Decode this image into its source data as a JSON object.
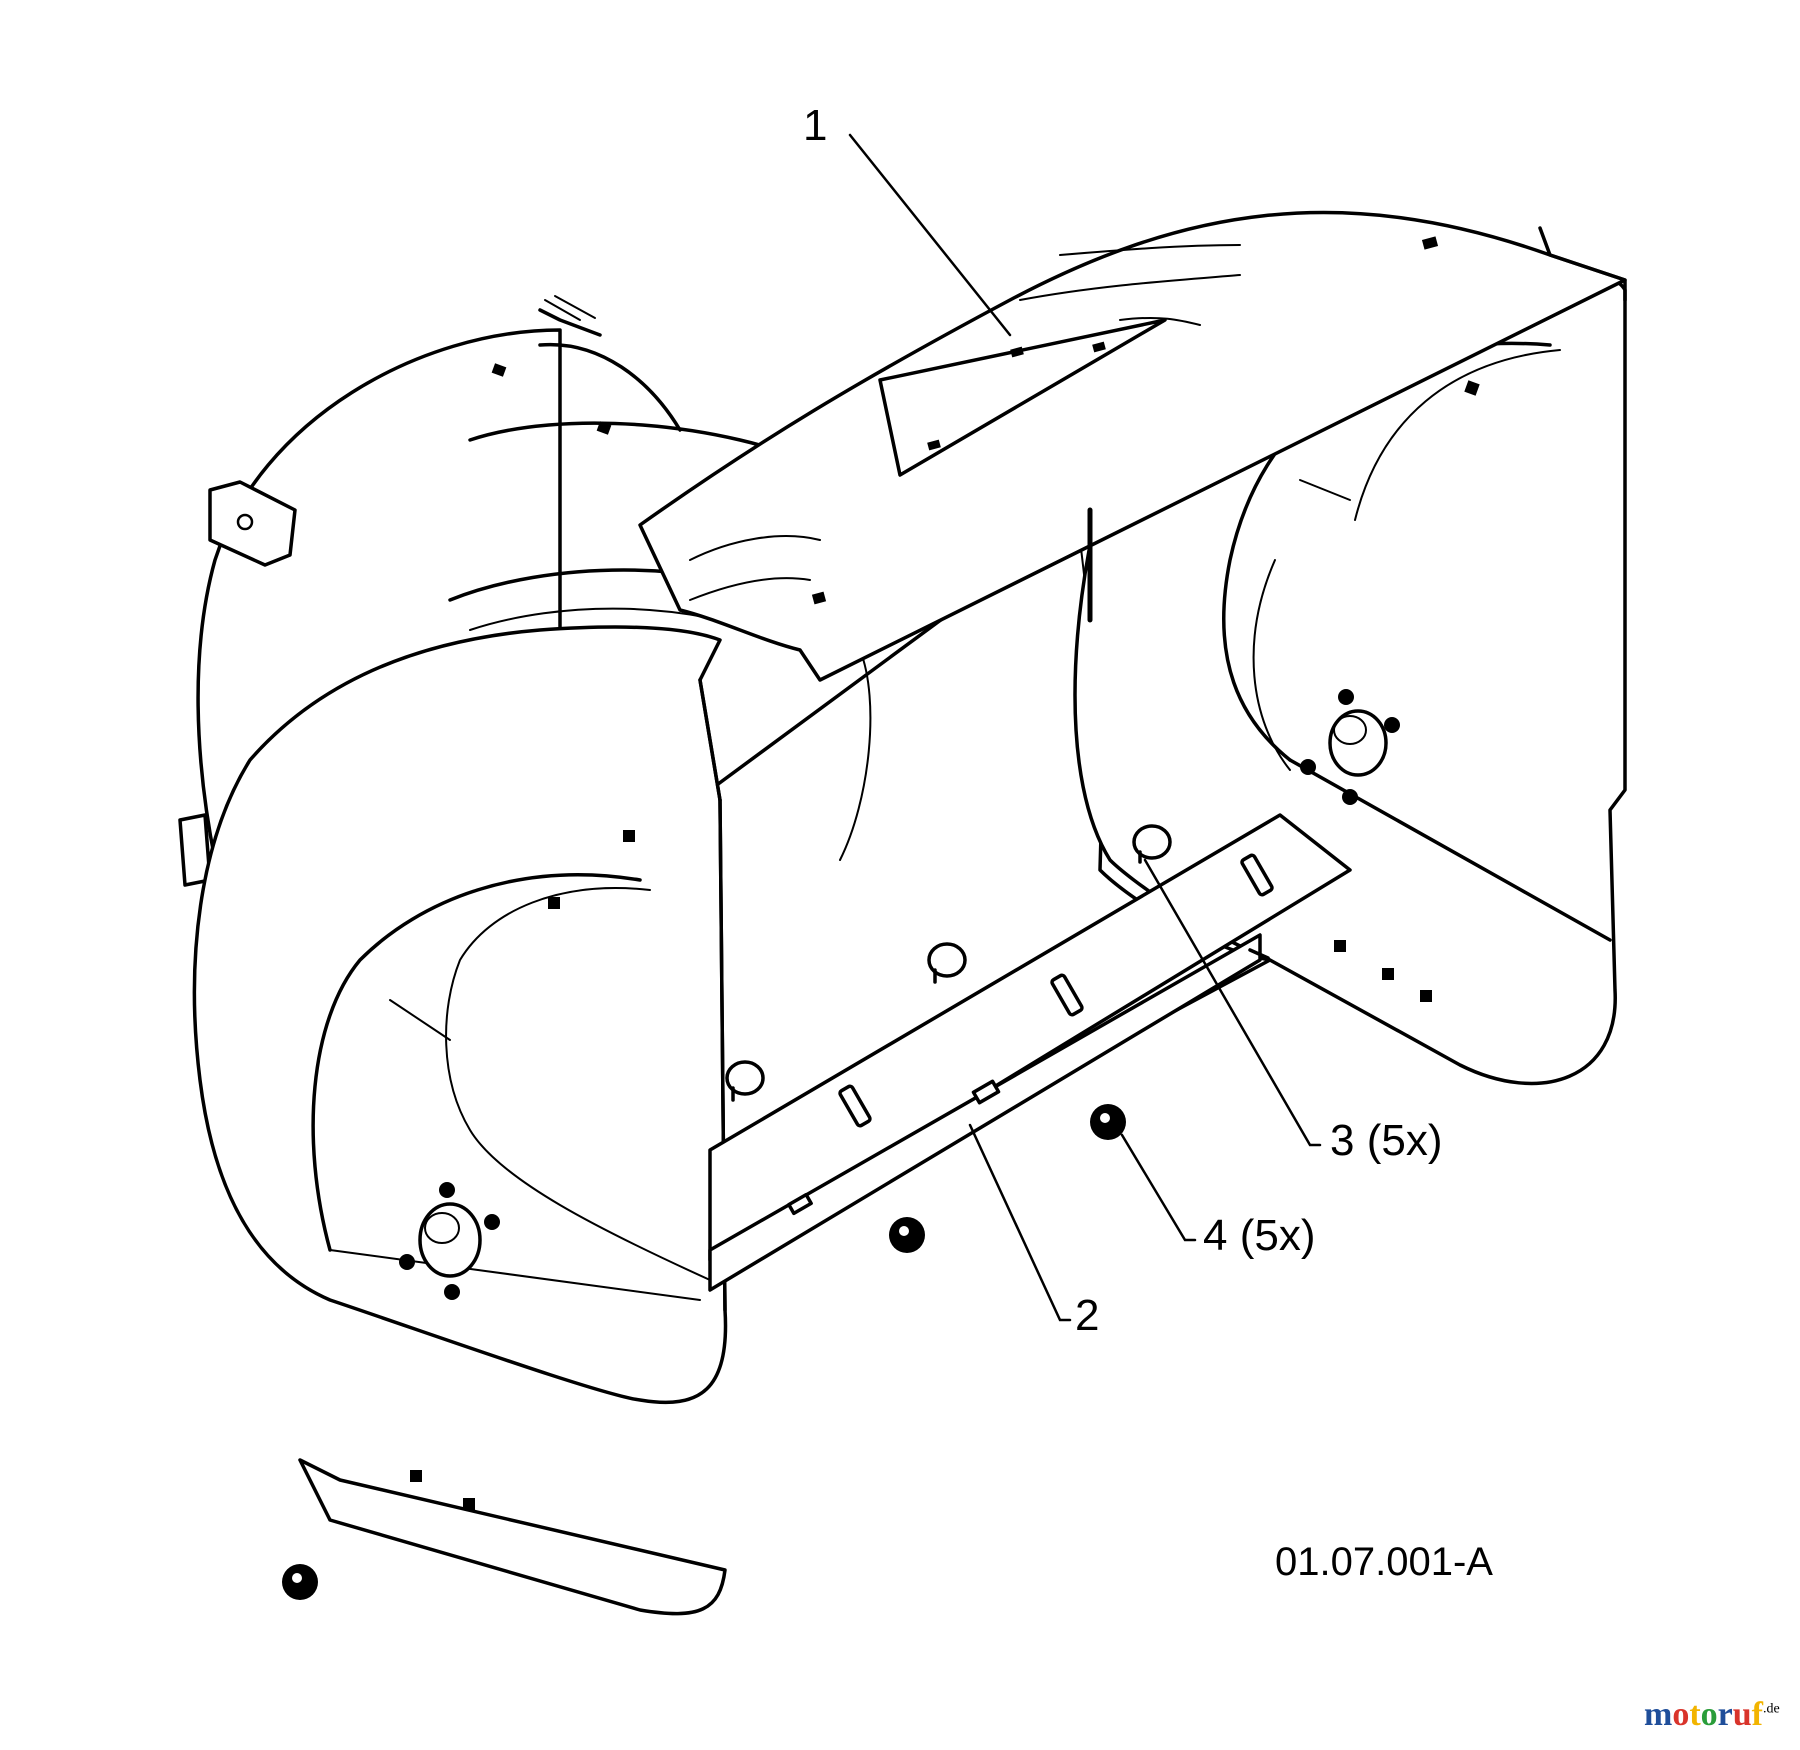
{
  "callouts": [
    {
      "id": "1",
      "text": "1"
    },
    {
      "id": "2",
      "text": "2"
    },
    {
      "id": "3",
      "text": "3 (5x)"
    },
    {
      "id": "4",
      "text": "4 (5x)"
    }
  ],
  "drawing_code": "01.07.001-A",
  "watermark": {
    "name": "motoruf",
    "tld": ".de",
    "colors": [
      "#1f4e9a",
      "#d9342b",
      "#f2b400",
      "#2a9d3a"
    ]
  }
}
